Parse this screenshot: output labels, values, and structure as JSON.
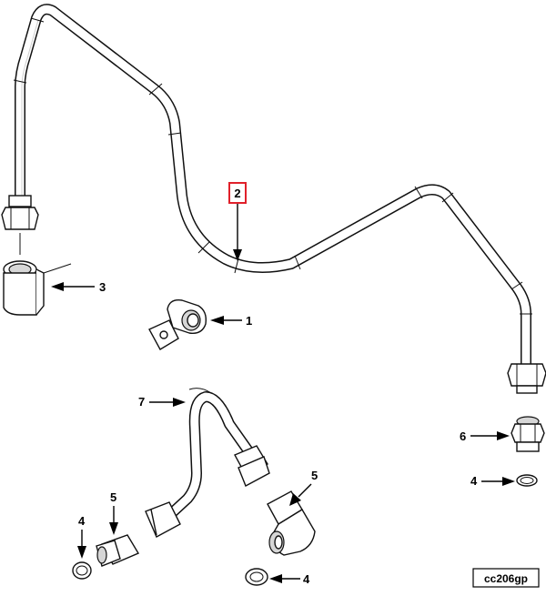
{
  "callouts": [
    {
      "id": "c1",
      "label": "1"
    },
    {
      "id": "c2",
      "label": "2",
      "highlight_color": "#e0202a"
    },
    {
      "id": "c3",
      "label": "3"
    },
    {
      "id": "c4a",
      "label": "4"
    },
    {
      "id": "c4b",
      "label": "4"
    },
    {
      "id": "c4c",
      "label": "4"
    },
    {
      "id": "c5a",
      "label": "5"
    },
    {
      "id": "c5b",
      "label": "5"
    },
    {
      "id": "c6",
      "label": "6"
    },
    {
      "id": "c7",
      "label": "7"
    }
  ],
  "figure_ref": "cc206gp"
}
